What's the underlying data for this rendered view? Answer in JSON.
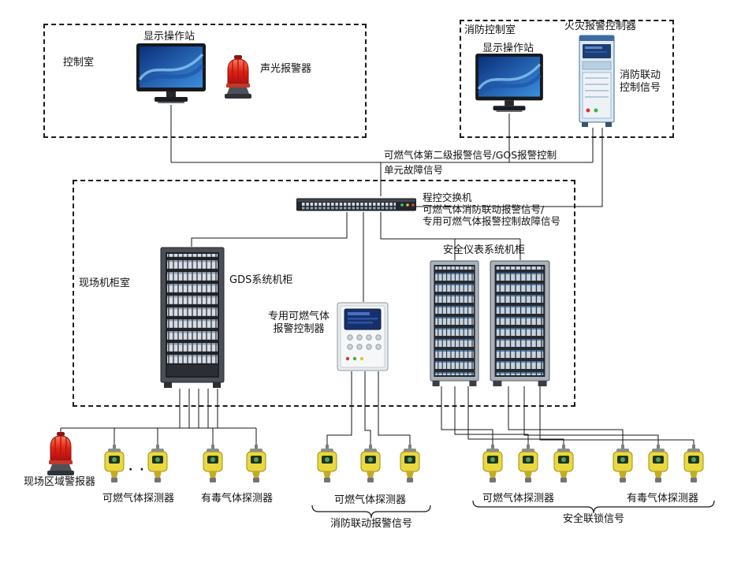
{
  "control_room": {
    "label": "控制室",
    "station_label": "显示操作站",
    "alarm_label": "声光报警器"
  },
  "fire_control_room": {
    "label": "消防控制室",
    "station_label": "显示操作站",
    "controller_label": "火灾报警控制器",
    "linkage_line1": "消防联动",
    "linkage_line2": "控制信号"
  },
  "field_room": {
    "label": "现场机柜室",
    "switch_label": "程控交换机",
    "gds_cabinet_label": "GDS系统机柜",
    "dedicated_controller_line1": "专用可燃气体",
    "dedicated_controller_line2": "报警控制器",
    "sis_cabinet_label": "安全仪表系统机柜"
  },
  "signals": {
    "second_level_alarm": "可燃气体第二级报警信号/GOS报警控制",
    "unit_fault": "单元故障信号",
    "fire_linkage_alarm": "可燃气体消防联动报警信号/",
    "dedicated_fault": "专用可燃气体报警控制故障信号",
    "fire_linkage_signal": "消防联动报警信号",
    "safety_interlock": "安全联锁信号"
  },
  "field_devices": {
    "area_alarm_label": "现场区域警报器",
    "ellipsis": "· ·",
    "group1_label": "可燃气体探测器",
    "group2_label": "有毒气体探测器",
    "group3_label": "可燃气体探测器",
    "group4_label": "可燃气体探测器",
    "group5_label": "有毒气体探测器"
  },
  "colors": {
    "line": "#15161a",
    "detector_body": "#e9d93f",
    "beacon_red": "#d81e12",
    "screen_blue": "#2f7fd6"
  }
}
